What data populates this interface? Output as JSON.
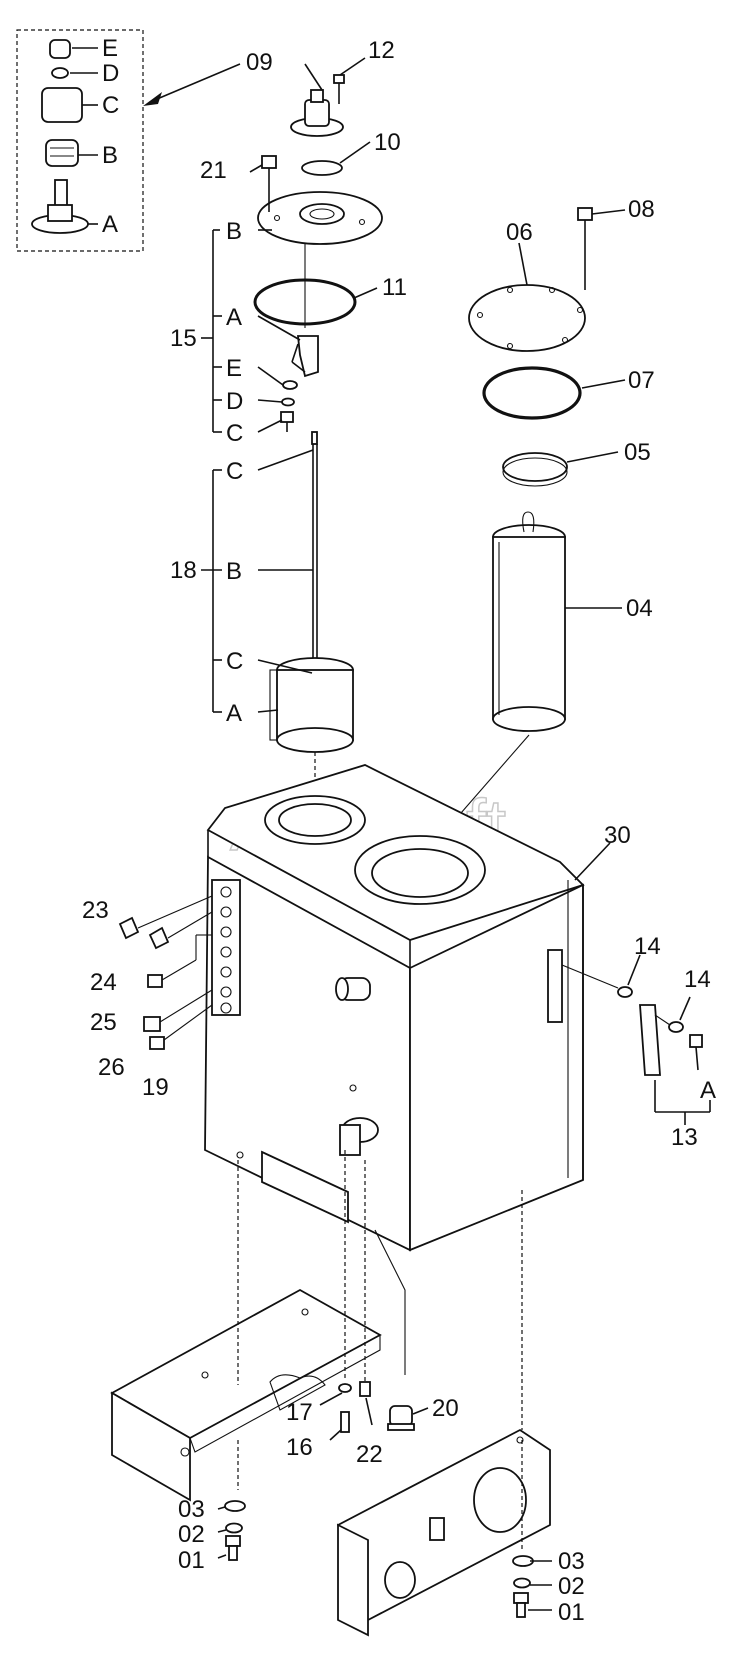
{
  "watermark": "AutoSoft",
  "inset": {
    "labels": [
      "E",
      "D",
      "C",
      "B",
      "A"
    ]
  },
  "callouts": {
    "p09": "09",
    "p12": "12",
    "p10": "10",
    "p21": "21",
    "p11": "11",
    "p06": "06",
    "p08": "08",
    "p07": "07",
    "p05": "05",
    "p04": "04",
    "p15": "15",
    "p18": "18",
    "p30": "30",
    "p23": "23",
    "p24": "24",
    "p25": "25",
    "p26": "26",
    "p19": "19",
    "p14a": "14",
    "p14b": "14",
    "p13": "13",
    "p17": "17",
    "p16": "16",
    "p22": "22",
    "p20": "20",
    "p03a": "03",
    "p02a": "02",
    "p01a": "01",
    "p03b": "03",
    "p02b": "02",
    "p01b": "01"
  },
  "sub15": {
    "b": "B",
    "a": "A",
    "e": "E",
    "d": "D",
    "c": "C"
  },
  "sub18": {
    "c1": "C",
    "b": "B",
    "c2": "C",
    "a": "A"
  },
  "sub13": {
    "a": "A"
  }
}
